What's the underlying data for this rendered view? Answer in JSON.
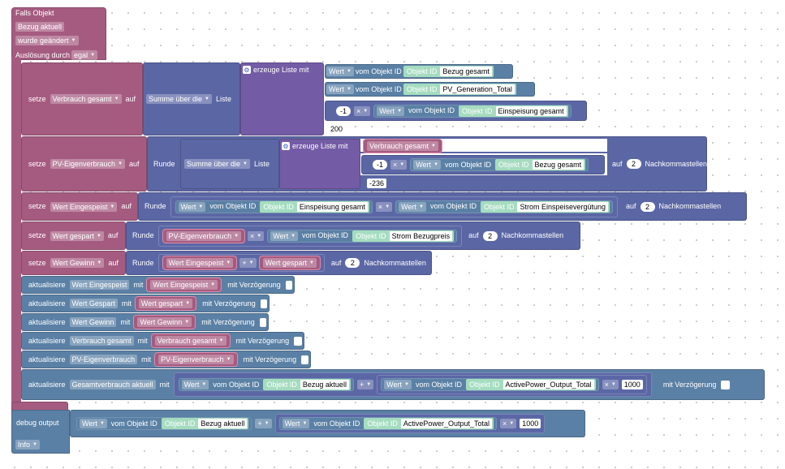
{
  "event": {
    "title": "Falls Objekt",
    "object": "Bezug aktuell",
    "condition": "wurde geändert",
    "trigger_label": "Auslösung durch",
    "trigger_value": "egal"
  },
  "common": {
    "wert": "Wert",
    "vom_objekt_id": "vom Objekt ID",
    "objekt_id": "Objekt ID",
    "setze": "setze",
    "auf": "auf",
    "runde": "Runde",
    "summe": "Summe über die",
    "liste": "Liste",
    "erzeuge_liste_mit": "erzeuge Liste mit",
    "nachkommastellen": "Nachkommastellen",
    "mult": "×",
    "plus": "+",
    "aktualisiere": "aktualisiere",
    "mit": "mit",
    "mit_verzoegerung": "mit Verzögerung"
  },
  "block1": {
    "var": "Verbrauch gesamt",
    "obj1": "Bezug gesamt",
    "obj2": "PV_Generation_Total",
    "neg": "-1",
    "obj3": "Einspeisung gesamt",
    "extra": "200"
  },
  "block2": {
    "var": "PV-Eigenverbrauch",
    "item1": "Verbrauch gesamt",
    "neg": "-1",
    "obj1": "Bezug gesamt",
    "extra": "-236",
    "digits": "2"
  },
  "block3": {
    "var": "Wert Eingespeist",
    "obj1": "Einspeisung gesamt",
    "obj2": "Strom Einspeisevergütung",
    "digits": "2"
  },
  "block4": {
    "var": "Wert gespart",
    "item1": "PV-Eigenverbrauch",
    "obj1": "Strom Bezugpreis",
    "digits": "2"
  },
  "block5": {
    "var": "Wert Gewinn",
    "item1": "Wert Eingespeist",
    "item2": "Wert gespart",
    "digits": "2"
  },
  "updates": [
    {
      "target": "Wert Eingespeist",
      "value": "Wert Eingespeist"
    },
    {
      "target": "Wert Gespart",
      "value": "Wert gespart"
    },
    {
      "target": "Wert Gewinn",
      "value": "Wert Gewinn"
    },
    {
      "target": "Verbrauch gesamt",
      "value": "Verbrauch gesamt"
    },
    {
      "target": "PV-Eigenverbrauch",
      "value": "PV-Eigenverbrauch"
    }
  ],
  "update6": {
    "target": "Gesamtverbrauch aktuell",
    "obj1": "Bezug aktuell",
    "obj2": "ActivePower_Output_Total",
    "factor": "1000"
  },
  "debug": {
    "label": "debug output",
    "obj1": "Bezug aktuell",
    "obj2": "ActivePower_Output_Total",
    "factor": "1000",
    "level": "Info"
  }
}
